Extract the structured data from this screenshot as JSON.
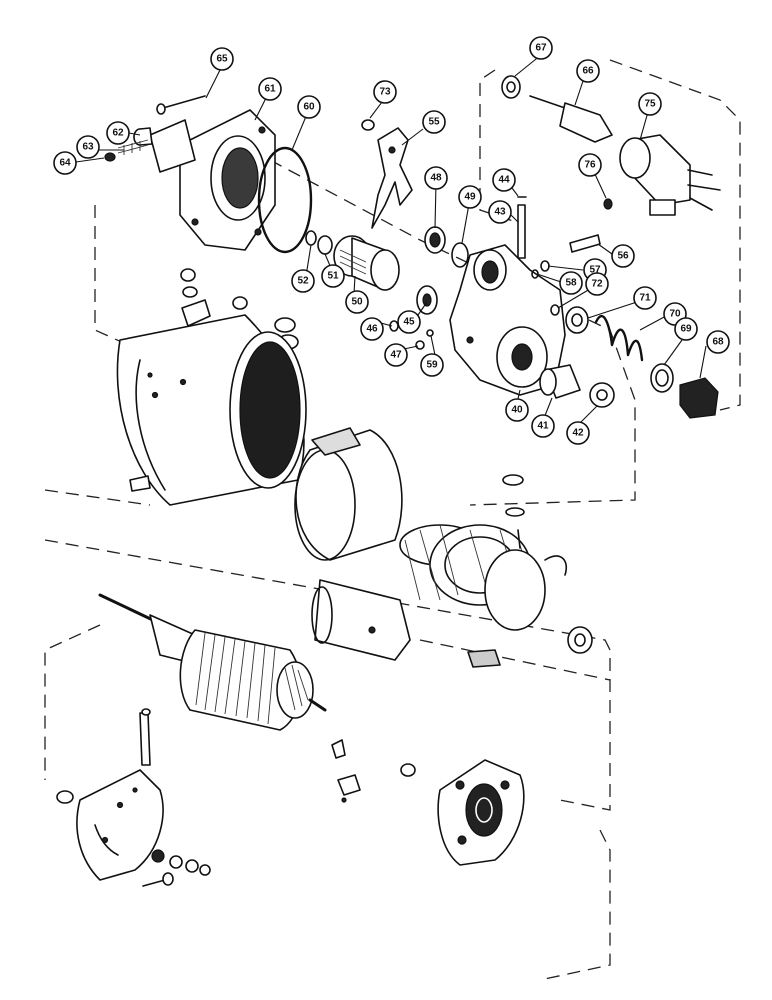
{
  "diagram": {
    "callouts": [
      {
        "id": "c65",
        "label": "65"
      },
      {
        "id": "c61",
        "label": "61"
      },
      {
        "id": "c60",
        "label": "60"
      },
      {
        "id": "c62",
        "label": "62"
      },
      {
        "id": "c63",
        "label": "63"
      },
      {
        "id": "c64",
        "label": "64"
      },
      {
        "id": "c73",
        "label": "73"
      },
      {
        "id": "c55",
        "label": "55"
      },
      {
        "id": "c67",
        "label": "67"
      },
      {
        "id": "c66",
        "label": "66"
      },
      {
        "id": "c75",
        "label": "75"
      },
      {
        "id": "c76",
        "label": "76"
      },
      {
        "id": "c44",
        "label": "44"
      },
      {
        "id": "c43",
        "label": "43"
      },
      {
        "id": "c48",
        "label": "48"
      },
      {
        "id": "c49",
        "label": "49"
      },
      {
        "id": "c52",
        "label": "52"
      },
      {
        "id": "c51",
        "label": "51"
      },
      {
        "id": "c50",
        "label": "50"
      },
      {
        "id": "c56",
        "label": "56"
      },
      {
        "id": "c57",
        "label": "57"
      },
      {
        "id": "c58",
        "label": "58"
      },
      {
        "id": "c72",
        "label": "72"
      },
      {
        "id": "c71",
        "label": "71"
      },
      {
        "id": "c70",
        "label": "70"
      },
      {
        "id": "c69",
        "label": "69"
      },
      {
        "id": "c68",
        "label": "68"
      },
      {
        "id": "c45",
        "label": "45"
      },
      {
        "id": "c46",
        "label": "46"
      },
      {
        "id": "c47",
        "label": "47"
      },
      {
        "id": "c59",
        "label": "59"
      },
      {
        "id": "c40",
        "label": "40"
      },
      {
        "id": "c41",
        "label": "41"
      },
      {
        "id": "c42",
        "label": "42"
      }
    ]
  }
}
